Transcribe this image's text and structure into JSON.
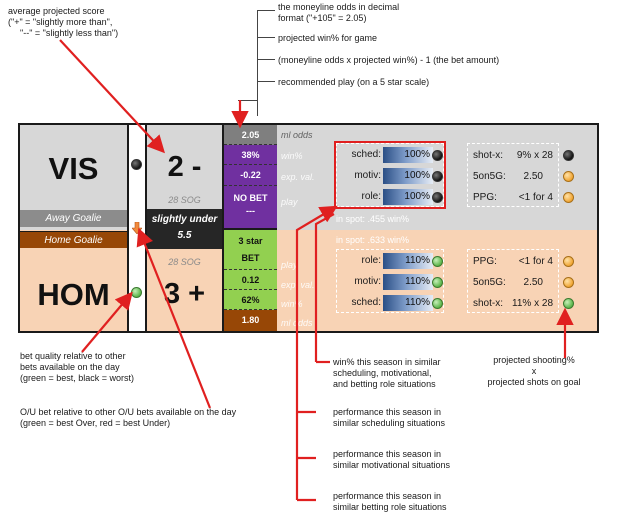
{
  "notes": {
    "avg_score": [
      "average projected score",
      "(\"+\" = \"slightly more than\",",
      "\"--\" = \"slightly less than\")"
    ],
    "moneyline": [
      "the moneyline odds in decimal",
      "format (\"+105\" = 2.05)"
    ],
    "winpct": "projected win% for game",
    "expval": "(moneyline odds x projected win%) - 1 (the bet amount)",
    "play": "recommended play (on a 5 star scale)",
    "bet_quality": [
      "bet quality relative to other",
      "bets available on the day",
      "(green = best, black = worst)"
    ],
    "ou_bet": [
      "O/U bet relative to other O/U bets available on the day",
      "(green = best Over, red = best Under)"
    ],
    "win_season": [
      "win% this season in similar",
      "scheduling, motivational,",
      "and betting role situations"
    ],
    "perf_sched": [
      "performance this season in",
      "similar scheduling situations"
    ],
    "perf_motiv": [
      "performance this season in",
      "similar motivational situations"
    ],
    "perf_role": [
      "performance this season in",
      "similar betting role situations"
    ],
    "shooting": [
      "projected shooting%",
      "x",
      "projected shots on goal"
    ]
  },
  "away": {
    "team": "VIS",
    "goalie": "Away Goalie",
    "score": "2 -",
    "sog": "28 SOG",
    "ml_odds": "2.05",
    "win_pct": "38%",
    "exp_val": "-0.22",
    "play": "NO BET",
    "play_sub": "---",
    "situations": [
      {
        "key": "sched:",
        "val": "100%"
      },
      {
        "key": "motiv:",
        "val": "100%"
      },
      {
        "key": "role:",
        "val": "100%"
      }
    ],
    "in_spot": "in spot: .455 win%",
    "right": [
      {
        "key": "shot-x:",
        "val": "9% x 28"
      },
      {
        "key": "5on5G:",
        "val": "2.50"
      },
      {
        "key": "PPG:",
        "val": "<1 for 4"
      }
    ]
  },
  "home": {
    "team": "HOM",
    "goalie": "Home Goalie",
    "score": "3 +",
    "sog": "28 SOG",
    "ml_odds": "1.80",
    "win_pct": "62%",
    "exp_val": "0.12",
    "play": "3 star",
    "play_sub": "BET",
    "situations": [
      {
        "key": "role:",
        "val": "110%"
      },
      {
        "key": "motiv:",
        "val": "110%"
      },
      {
        "key": "sched:",
        "val": "110%"
      }
    ],
    "in_spot": "in spot: .633 win%",
    "right": [
      {
        "key": "PPG:",
        "val": "<1 for 4"
      },
      {
        "key": "5on5G:",
        "val": "2.50"
      },
      {
        "key": "shot-x:",
        "val": "11% x 28"
      }
    ]
  },
  "ou": {
    "line1": "slightly under",
    "line2": "5.5"
  },
  "row_labels": {
    "ml": "ml odds",
    "win": "win%",
    "exp": "exp. val.",
    "play": "play"
  },
  "colors": {
    "arrow": "#e02020",
    "play_no_bet": "#7030a0",
    "play_bet": "#92d050",
    "ml_header": "#7f7f7f",
    "ml_footer": "#974706"
  }
}
